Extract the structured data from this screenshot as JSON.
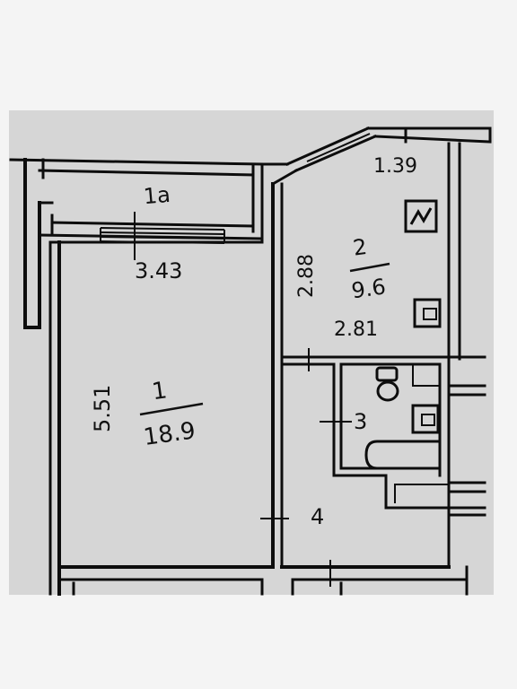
{
  "rooms": {
    "loggia": {
      "number": "1a"
    },
    "room1": {
      "number": "1",
      "area": "18.9",
      "height_dim": "5.51"
    },
    "room2": {
      "number": "2",
      "area": "9.6",
      "height_dim": "2.88",
      "width_dim": "2.81"
    },
    "bath": {
      "number": "3"
    },
    "hall": {
      "number": "4"
    }
  },
  "dimensions": {
    "room1_width": "3.43",
    "balcony_width": "1.39"
  },
  "icons": {
    "stove": "stove-icon",
    "sink_kitchen": "sink-icon",
    "sink_bath": "sink-icon",
    "toilet": "toilet-icon",
    "bathtub": "bathtub-icon"
  },
  "colors": {
    "paper": "#d7d7d7",
    "wall": "#0d0d0d",
    "background": "#f4f4f4"
  }
}
